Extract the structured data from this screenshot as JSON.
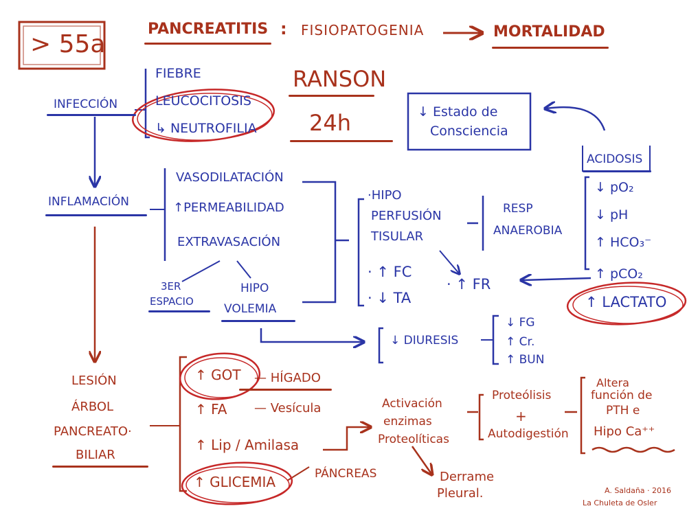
{
  "age_box": "> 55a",
  "title": {
    "left": "PANCREATITIS",
    "sep": ":",
    "middle": "FISIOPATOGENIA",
    "right": "MORTALIDAD"
  },
  "ranson": {
    "name": "RANSON",
    "time": "24h"
  },
  "infection": {
    "label": "INFECCIÓN",
    "items": [
      "FIEBRE",
      "LEUCOCITOSIS",
      "↳ NEUTROFILIA"
    ]
  },
  "inflammation": {
    "label": "INFLAMACIÓN",
    "items": [
      "VASODILATACIÓN",
      "↑PERMEABILIDAD",
      "EXTRAVASACIÓN"
    ]
  },
  "third_space": [
    "3ER",
    "ESPACIO"
  ],
  "hypovolemia": [
    "HIPO",
    "VOLEMIA"
  ],
  "hypoperfusion": [
    "·HIPO",
    "PERFUSIÓN",
    "TISULAR"
  ],
  "vitals": {
    "fc": "· ↑ FC",
    "ta": "· ↓ TA",
    "fr": "· ↑ FR"
  },
  "resp": [
    "RESP",
    "ANAEROBIA"
  ],
  "consciousness": [
    "↓ Estado de",
    "Consciencia"
  ],
  "acidosis": {
    "label": "ACIDOSIS",
    "items": [
      "↓ pO₂",
      "↓ pH",
      "↑ HCO₃⁻",
      "↑ pCO₂"
    ],
    "lactate": "↑ LACTATO"
  },
  "diuresis": "↓ DIURESIS",
  "renal": [
    "↓ FG",
    "↑ Cr.",
    "↑ BUN"
  ],
  "lesion": [
    "LESIÓN",
    "ÁRBOL",
    "PANCREATO·",
    "BILIAR"
  ],
  "labs": {
    "got": "↑ GOT",
    "higado": "— HÍGADO",
    "fa": "↑ FA",
    "vesicula": "— Vesícula",
    "lip": "↑ Lip / Amilasa",
    "glucemia": "↑ GLICEMIA",
    "pancreas": "PÁNCREAS"
  },
  "activation": [
    "Activación",
    "enzimas",
    "Proteolíticas"
  ],
  "proteolysis": [
    "Proteólisis",
    "+",
    "Autodigestión"
  ],
  "pth": [
    "Altera",
    "función de",
    "PTH   e",
    "Hipo Ca⁺⁺"
  ],
  "effusion": [
    "Derrame",
    "Pleural."
  ],
  "signature": [
    "A. Saldaña · 2016",
    "La Chuleta de Osler"
  ],
  "colors": {
    "red": "#a8321c",
    "blue": "#2a35a6",
    "ring": "#c62828"
  }
}
